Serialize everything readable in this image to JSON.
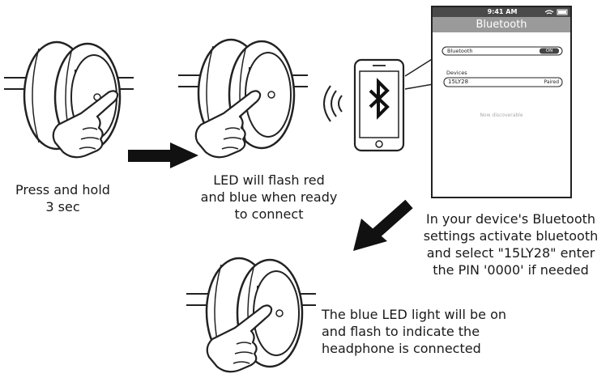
{
  "steps": {
    "step1": {
      "lines": [
        "Press and hold",
        "3 sec"
      ]
    },
    "step2": {
      "lines": [
        "LED will flash red",
        "and blue when ready",
        "to connect"
      ]
    },
    "step3": {
      "lines": [
        "In your device's Bluetooth",
        "settings activate bluetooth",
        "and select \"15LY28\" enter",
        "the PIN '0000' if needed"
      ]
    },
    "step4": {
      "lines": [
        "The blue LED light will be on",
        "and flash to indicate the",
        "headphone is connected"
      ]
    }
  },
  "phone_screen": {
    "time": "9:41 AM",
    "title": "Bluetooth",
    "bluetooth_label": "Bluetooth",
    "toggle_label": "ON",
    "devices_header": "Devices",
    "device_name": "15LY28",
    "device_status": "Paired",
    "discoverable_text": "Now discoverable"
  },
  "icons": [
    "headphone-icon",
    "hand-press-icon",
    "arrow-right-icon",
    "arrow-down-left-icon",
    "smartphone-icon",
    "bluetooth-icon",
    "signal-waves-icon",
    "wifi-icon",
    "battery-icon"
  ]
}
